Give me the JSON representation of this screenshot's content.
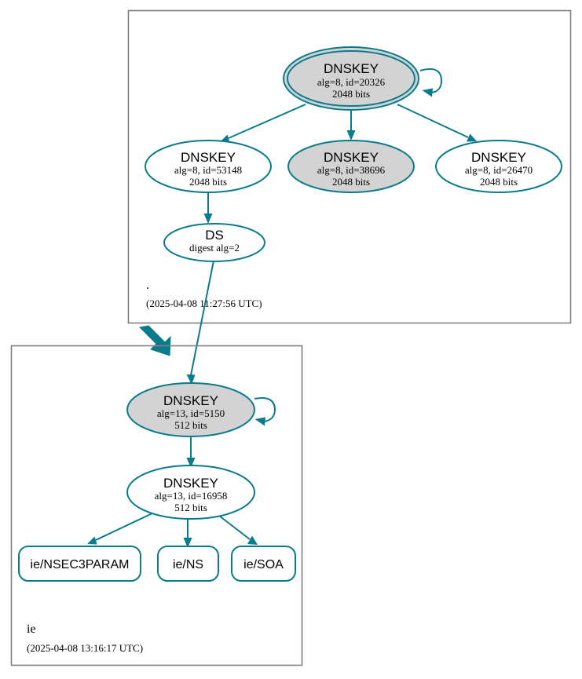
{
  "diagram": {
    "type": "dnssec-authentication-chain",
    "accent_color": "#0a7b8c",
    "secure_fill_color": "#d3d3d3",
    "cluster_border_color": "#808080"
  },
  "zones": [
    {
      "id": "root",
      "name": ".",
      "timestamp": "(2025-04-08 11:27:56 UTC)",
      "nodes": [
        {
          "id": "ksk-20326",
          "kind": "DNSKEY",
          "title": "DNSKEY",
          "line2": "alg=8, id=20326",
          "line3": "2048 bits",
          "style": "double-ellipse",
          "fill": "gray",
          "self_signed": true
        },
        {
          "id": "zsk-53148",
          "kind": "DNSKEY",
          "title": "DNSKEY",
          "line2": "alg=8, id=53148",
          "line3": "2048 bits",
          "style": "ellipse",
          "fill": "white",
          "self_signed": false
        },
        {
          "id": "zsk-38696",
          "kind": "DNSKEY",
          "title": "DNSKEY",
          "line2": "alg=8, id=38696",
          "line3": "2048 bits",
          "style": "ellipse",
          "fill": "gray",
          "self_signed": false
        },
        {
          "id": "zsk-26470",
          "kind": "DNSKEY",
          "title": "DNSKEY",
          "line2": "alg=8, id=26470",
          "line3": "2048 bits",
          "style": "ellipse",
          "fill": "white",
          "self_signed": false
        },
        {
          "id": "ds-2",
          "kind": "DS",
          "title": "DS",
          "line2": "digest alg=2",
          "line3": "",
          "style": "ellipse",
          "fill": "white",
          "self_signed": false
        }
      ]
    },
    {
      "id": "ie",
      "name": "ie",
      "timestamp": "(2025-04-08 13:16:17 UTC)",
      "nodes": [
        {
          "id": "ksk-5150",
          "kind": "DNSKEY",
          "title": "DNSKEY",
          "line2": "alg=13, id=5150",
          "line3": "512 bits",
          "style": "ellipse",
          "fill": "gray",
          "self_signed": true
        },
        {
          "id": "zsk-16958",
          "kind": "DNSKEY",
          "title": "DNSKEY",
          "line2": "alg=13, id=16958",
          "line3": "512 bits",
          "style": "ellipse",
          "fill": "white",
          "self_signed": false
        }
      ],
      "rrsets": [
        {
          "id": "rr-nsec3param",
          "label": "ie/NSEC3PARAM"
        },
        {
          "id": "rr-ns",
          "label": "ie/NS"
        },
        {
          "id": "rr-soa",
          "label": "ie/SOA"
        }
      ]
    }
  ],
  "edges": [
    {
      "from": "ksk-20326",
      "to": "ksk-20326",
      "kind": "self-sign"
    },
    {
      "from": "ksk-20326",
      "to": "zsk-53148",
      "kind": "sign"
    },
    {
      "from": "ksk-20326",
      "to": "zsk-38696",
      "kind": "sign"
    },
    {
      "from": "ksk-20326",
      "to": "zsk-26470",
      "kind": "sign"
    },
    {
      "from": "zsk-53148",
      "to": "ds-2",
      "kind": "sign"
    },
    {
      "from": "ds-2",
      "to": "ksk-5150",
      "kind": "ds-to-dnskey"
    },
    {
      "from": "root",
      "to": "ie",
      "kind": "delegation"
    },
    {
      "from": "ksk-5150",
      "to": "ksk-5150",
      "kind": "self-sign"
    },
    {
      "from": "ksk-5150",
      "to": "zsk-16958",
      "kind": "sign"
    },
    {
      "from": "zsk-16958",
      "to": "rr-nsec3param",
      "kind": "sign"
    },
    {
      "from": "zsk-16958",
      "to": "rr-ns",
      "kind": "sign"
    },
    {
      "from": "zsk-16958",
      "to": "rr-soa",
      "kind": "sign"
    }
  ]
}
